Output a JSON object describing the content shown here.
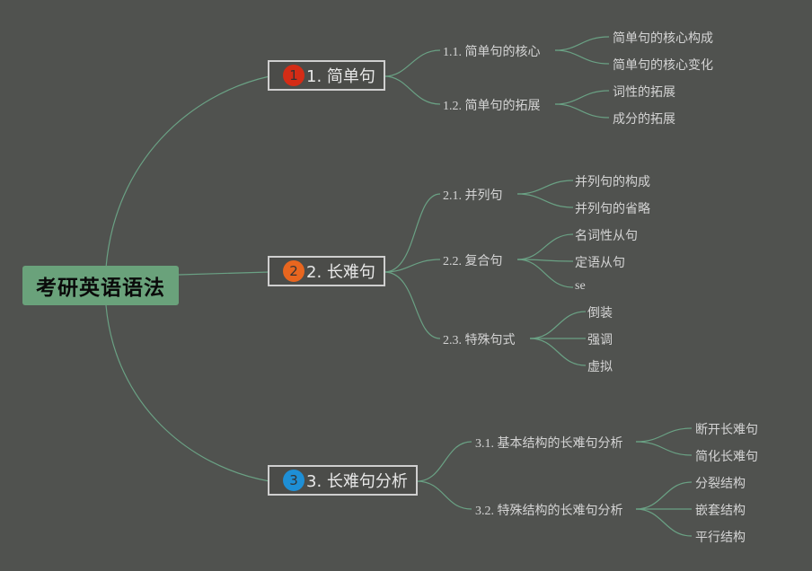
{
  "root": {
    "label": "考研英语语法"
  },
  "branches": [
    {
      "number": "1",
      "label": "1. 简单句",
      "badge_color": "#d42c16",
      "subtopics": [
        {
          "label": "1.1. 简单句的核心",
          "items": [
            "简单句的核心构成",
            "简单句的核心变化"
          ]
        },
        {
          "label": "1.2. 简单句的拓展",
          "items": [
            "词性的拓展",
            "成分的拓展"
          ]
        }
      ]
    },
    {
      "number": "2",
      "label": "2. 长难句",
      "badge_color": "#e8661f",
      "subtopics": [
        {
          "label": "2.1. 并列句",
          "items": [
            "并列句的构成",
            "并列句的省略"
          ]
        },
        {
          "label": "2.2. 复合句",
          "items": [
            "名词性从句",
            "定语从句",
            "se"
          ]
        },
        {
          "label": "2.3. 特殊句式",
          "items": [
            "倒装",
            "强调",
            "虚拟"
          ]
        }
      ]
    },
    {
      "number": "3",
      "label": "3. 长难句分析",
      "badge_color": "#1e8fd6",
      "subtopics": [
        {
          "label": "3.1. 基本结构的长难句分析",
          "items": [
            "断开长难句",
            "简化长难句"
          ]
        },
        {
          "label": "3.2. 特殊结构的长难句分析",
          "items": [
            "分裂结构",
            "嵌套结构",
            "平行结构"
          ]
        }
      ]
    }
  ],
  "colors": {
    "background": "#50524f",
    "root_fill": "#6aa27b",
    "connector": "#6aa184",
    "box_border": "#cfcfcf",
    "text": "#d4d4d4"
  }
}
